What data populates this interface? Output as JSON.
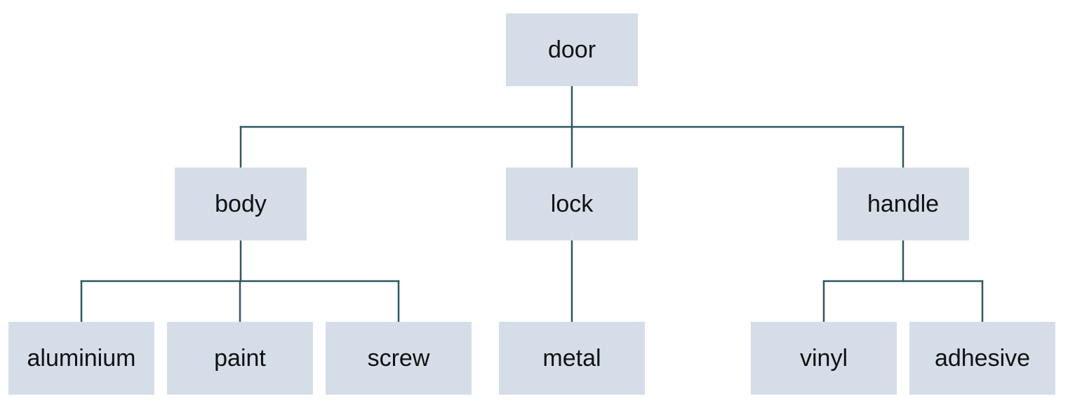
{
  "tree": {
    "root": {
      "label": "door"
    },
    "level1": [
      {
        "label": "body"
      },
      {
        "label": "lock"
      },
      {
        "label": "handle"
      }
    ],
    "level2": [
      {
        "label": "aluminium",
        "parent": "body"
      },
      {
        "label": "paint",
        "parent": "body"
      },
      {
        "label": "screw",
        "parent": "body"
      },
      {
        "label": "metal",
        "parent": "lock"
      },
      {
        "label": "vinyl",
        "parent": "handle"
      },
      {
        "label": "adhesive",
        "parent": "handle"
      }
    ]
  },
  "colors": {
    "node_fill": "#d5dee8",
    "connector": "#2f5763",
    "text": "#111111"
  }
}
